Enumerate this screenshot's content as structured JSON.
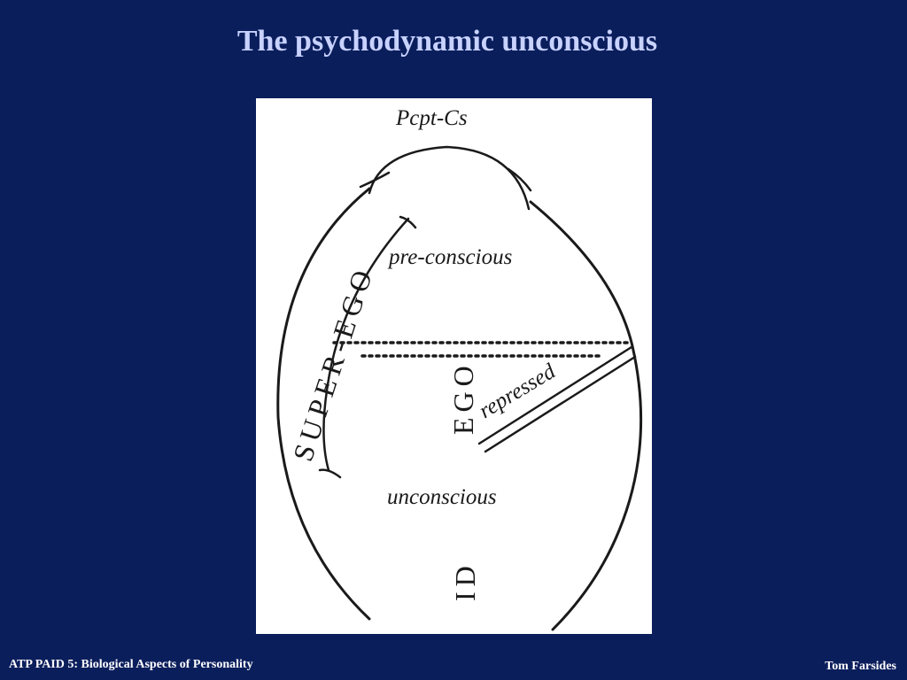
{
  "slide": {
    "title": "The psychodynamic unconscious",
    "footer_left": "ATP PAID 5: Biological Aspects of Personality",
    "footer_right": "Tom Farsides"
  },
  "diagram": {
    "labels": {
      "pcpt_cs": "Pcpt-Cs",
      "preconscious": "pre-conscious",
      "super_ego": "SUPER-EGO",
      "ego": "EGO",
      "repressed": "repressed",
      "unconscious": "unconscious",
      "id": "ID"
    },
    "colors": {
      "background": "#0b1e5c",
      "title": "#c8d2ff",
      "ink": "#1a1a1a"
    }
  }
}
